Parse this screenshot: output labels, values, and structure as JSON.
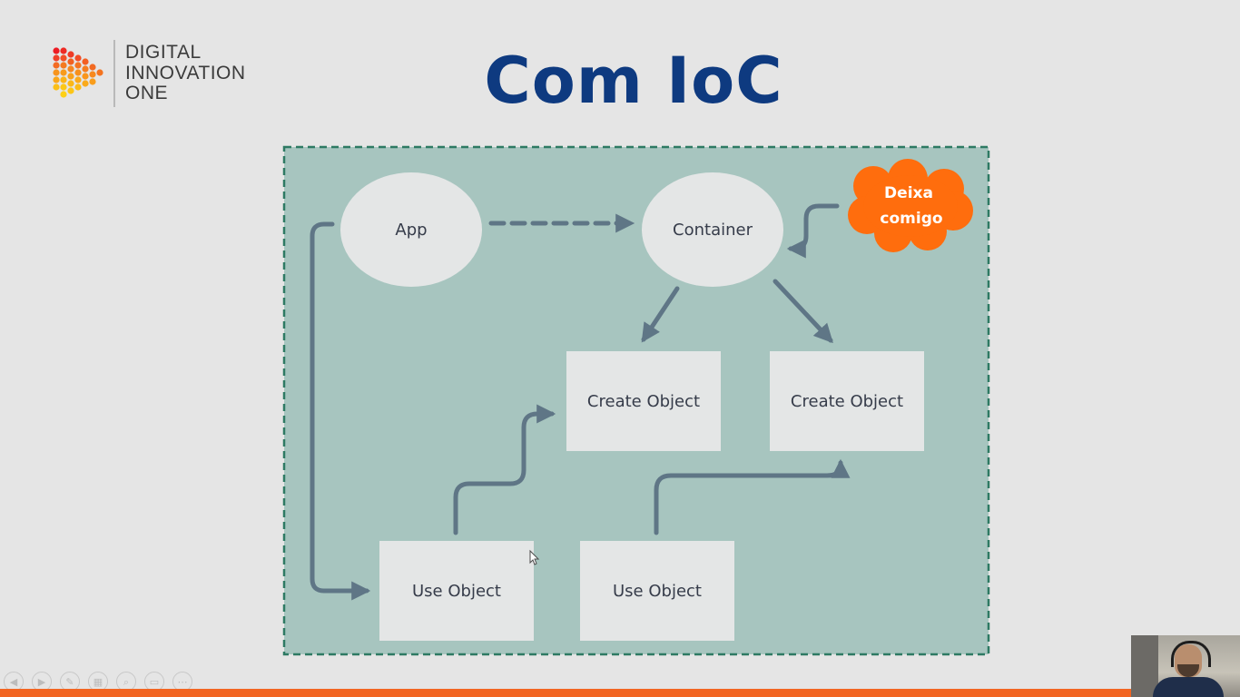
{
  "brand": {
    "line1": "DIGITAL",
    "line2": "INNOVATION",
    "line3": "ONE"
  },
  "slide": {
    "title": "Com IoC"
  },
  "diagram": {
    "nodes": [
      {
        "id": "app",
        "shape": "ellipse",
        "label": "App"
      },
      {
        "id": "container",
        "shape": "ellipse",
        "label": "Container"
      },
      {
        "id": "create1",
        "shape": "box",
        "label": "Create Object"
      },
      {
        "id": "create2",
        "shape": "box",
        "label": "Create Object"
      },
      {
        "id": "use1",
        "shape": "box",
        "label": "Use Object"
      },
      {
        "id": "use2",
        "shape": "box",
        "label": "Use Object"
      }
    ],
    "callout": {
      "line1": "Deixa",
      "line2": "comigo",
      "color": "#ff6d0d"
    },
    "edges": [
      {
        "from": "app",
        "to": "container",
        "style": "dashed"
      },
      {
        "from": "callout",
        "to": "container",
        "style": "solid"
      },
      {
        "from": "container",
        "to": "create1",
        "style": "solid"
      },
      {
        "from": "container",
        "to": "create2",
        "style": "solid"
      },
      {
        "from": "app",
        "to": "use1",
        "style": "solid"
      },
      {
        "from": "use1",
        "to": "create1",
        "style": "solid"
      },
      {
        "from": "use2",
        "to": "create2",
        "style": "solid"
      }
    ],
    "colors": {
      "panel": "#a7c5bf",
      "panel_border": "#2e7a63",
      "node_fill": "#e4e6e6",
      "arrow": "#5f7686"
    }
  },
  "colors": {
    "title": "#0e3a80",
    "accent_bar": "#f26522",
    "background": "#e5e5e5"
  },
  "toolbar": {
    "buttons": [
      {
        "name": "prev-slide-icon",
        "glyph": "◀"
      },
      {
        "name": "next-slide-icon",
        "glyph": "▶"
      },
      {
        "name": "pen-icon",
        "glyph": "✎"
      },
      {
        "name": "slides-grid-icon",
        "glyph": "▦"
      },
      {
        "name": "zoom-icon",
        "glyph": "⌕"
      },
      {
        "name": "subtitles-icon",
        "glyph": "▭"
      },
      {
        "name": "more-options-icon",
        "glyph": "⋯"
      }
    ]
  }
}
